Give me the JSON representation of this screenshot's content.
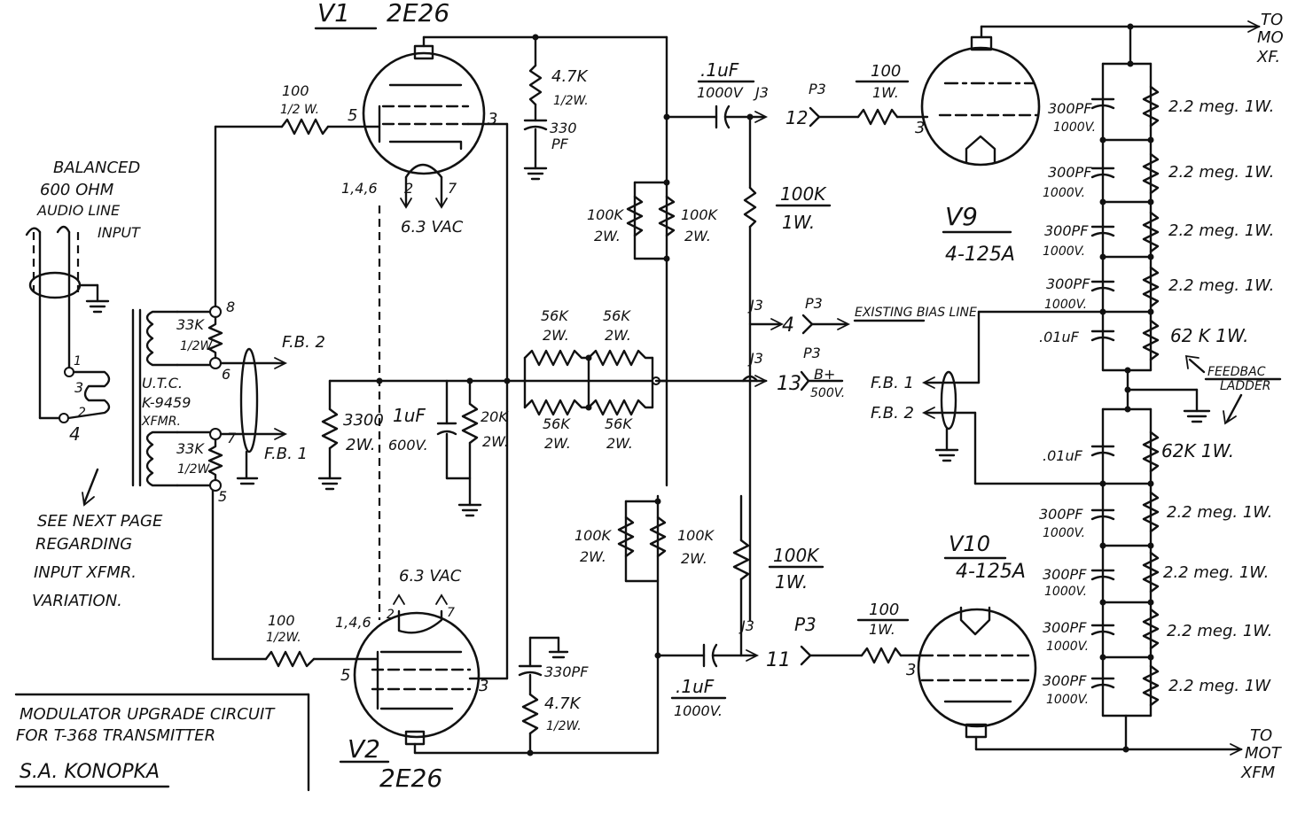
{
  "tubes": {
    "v1": {
      "name": "V1",
      "type": "2E26"
    },
    "v2": {
      "name": "V2",
      "type": "2E26"
    },
    "v9": {
      "name": "V9",
      "type": "4-125A"
    },
    "v10": {
      "name": "V10",
      "type": "4-125A"
    }
  },
  "pins": {
    "v1_grid": "5",
    "v1_screen": "3",
    "v1_heater_list": "1,4,6",
    "v1_h2": "2",
    "v1_h7": "7",
    "v2_grid": "5",
    "v2_screen": "3",
    "v2_heater_list": "1,4,6",
    "v2_h2": "2",
    "v2_h7": "7",
    "v9_grid": "3",
    "v10_grid": "3",
    "t_8": "8",
    "t_6": "6",
    "t_7": "7",
    "t_5": "5",
    "t_1": "1",
    "t_3": "3",
    "t_2": "2",
    "t_4": "4",
    "p3_12": "12",
    "p3_4": "4",
    "p3_13": "13",
    "p3_11": "11"
  },
  "heater_voltage": "6.3 VAC",
  "input": {
    "label_1": "BALANCED",
    "label_2": "600 OHM",
    "label_3": "AUDIO LINE",
    "label_4": "INPUT"
  },
  "transformer": {
    "line1": "U.T.C.",
    "line2": "K-9459",
    "line3": "XFMR."
  },
  "resistors": {
    "r33k_top_val": "33K",
    "r33k_top_w": "1/2W",
    "r33k_bot_val": "33K",
    "r33k_bot_w": "1/2W.",
    "r100_v1_val": "100",
    "r100_v1_w": "1/2 W.",
    "r100_v2_val": "100",
    "r100_v2_w": "1/2W.",
    "r47k_top_val": "4.7K",
    "r47k_top_w": "1/2W.",
    "r47k_bot_val": "4.7K",
    "r47k_bot_w": "1/2W.",
    "r100k_a_val": "100K",
    "r100k_a_w": "2W.",
    "r100k_b_val": "100K",
    "r100k_b_w": "2W.",
    "r100k_c_val": "100K",
    "r100k_c_w": "2W.",
    "r100k_d_val": "100K",
    "r100k_d_w": "2W.",
    "r100k_1w_top_val": "100K",
    "r100k_1w_top_w": "1W.",
    "r100k_1w_bot_val": "100K",
    "r100k_1w_bot_w": "1W.",
    "r3300_val": "3300",
    "r3300_w": "2W.",
    "r20k_val": "20K",
    "r20k_w": "2W.",
    "r56k_1_val": "56K",
    "r56k_1_w": "2W.",
    "r56k_2_val": "56K",
    "r56k_2_w": "2W.",
    "r56k_3_val": "56K",
    "r56k_3_w": "2W.",
    "r56k_4_val": "56K",
    "r56k_4_w": "2W.",
    "r100_v9_val": "100",
    "r100_v9_w": "1W.",
    "r100_v10_val": "100",
    "r100_v10_w": "1W."
  },
  "capacitors": {
    "c330_top_val": "330",
    "c330_top_unit": "PF",
    "c330_bot": "330PF",
    "c_coup_top_val": ".1uF",
    "c_coup_top_v": "1000V",
    "c_coup_bot_val": ".1uF",
    "c_coup_bot_v": "1000V.",
    "c1uf_val": "1uF",
    "c1uf_v": "600V."
  },
  "connectors": {
    "j3": "J3",
    "p3": "P3",
    "bias": "EXISTING BIAS LINE",
    "bplus_1": "B+",
    "bplus_2": "500V."
  },
  "feedback": {
    "fb2_top": "F.B. 2",
    "fb1_bot": "F.B. 1",
    "fb1_right": "F.B. 1",
    "fb2_right": "F.B. 2",
    "ladder_1": "FEEDBAC",
    "ladder_2": "LADDER"
  },
  "ladder": {
    "top_caps": [
      {
        "val": "300PF",
        "v": "1000V."
      },
      {
        "val": "300PF",
        "v": "1000V."
      },
      {
        "val": "300PF",
        "v": "1000V."
      },
      {
        "val": "300PF",
        "v": "1000V."
      },
      {
        "val": ".01uF",
        "v": ""
      }
    ],
    "top_res": [
      "2.2 meg. 1W.",
      "2.2 meg. 1W.",
      "2.2 meg. 1W.",
      "2.2 meg. 1W.",
      "62 K 1W."
    ],
    "bot_caps": [
      {
        "val": ".01uF",
        "v": ""
      },
      {
        "val": "300PF",
        "v": "1000V."
      },
      {
        "val": "300PF",
        "v": "1000V."
      },
      {
        "val": "300PF",
        "v": "1000V."
      },
      {
        "val": "300PF",
        "v": "1000V."
      }
    ],
    "bot_res": [
      "62K 1W.",
      "2.2 meg. 1W.",
      "2.2 meg. 1W.",
      "2.2 meg. 1W.",
      "2.2 meg. 1W"
    ]
  },
  "outputs": {
    "top_1": "TO",
    "top_2": "MO",
    "top_3": "XF.",
    "bot_1": "TO",
    "bot_2": "MOT",
    "bot_3": "XFM"
  },
  "note": {
    "line1": "SEE NEXT PAGE",
    "line2": "REGARDING",
    "line3": "INPUT XFMR.",
    "line4": "VARIATION."
  },
  "title_block": {
    "line1": "MODULATOR UPGRADE CIRCUIT",
    "line2": "FOR T-368 TRANSMITTER",
    "author": "S.A. KONOPKA"
  }
}
